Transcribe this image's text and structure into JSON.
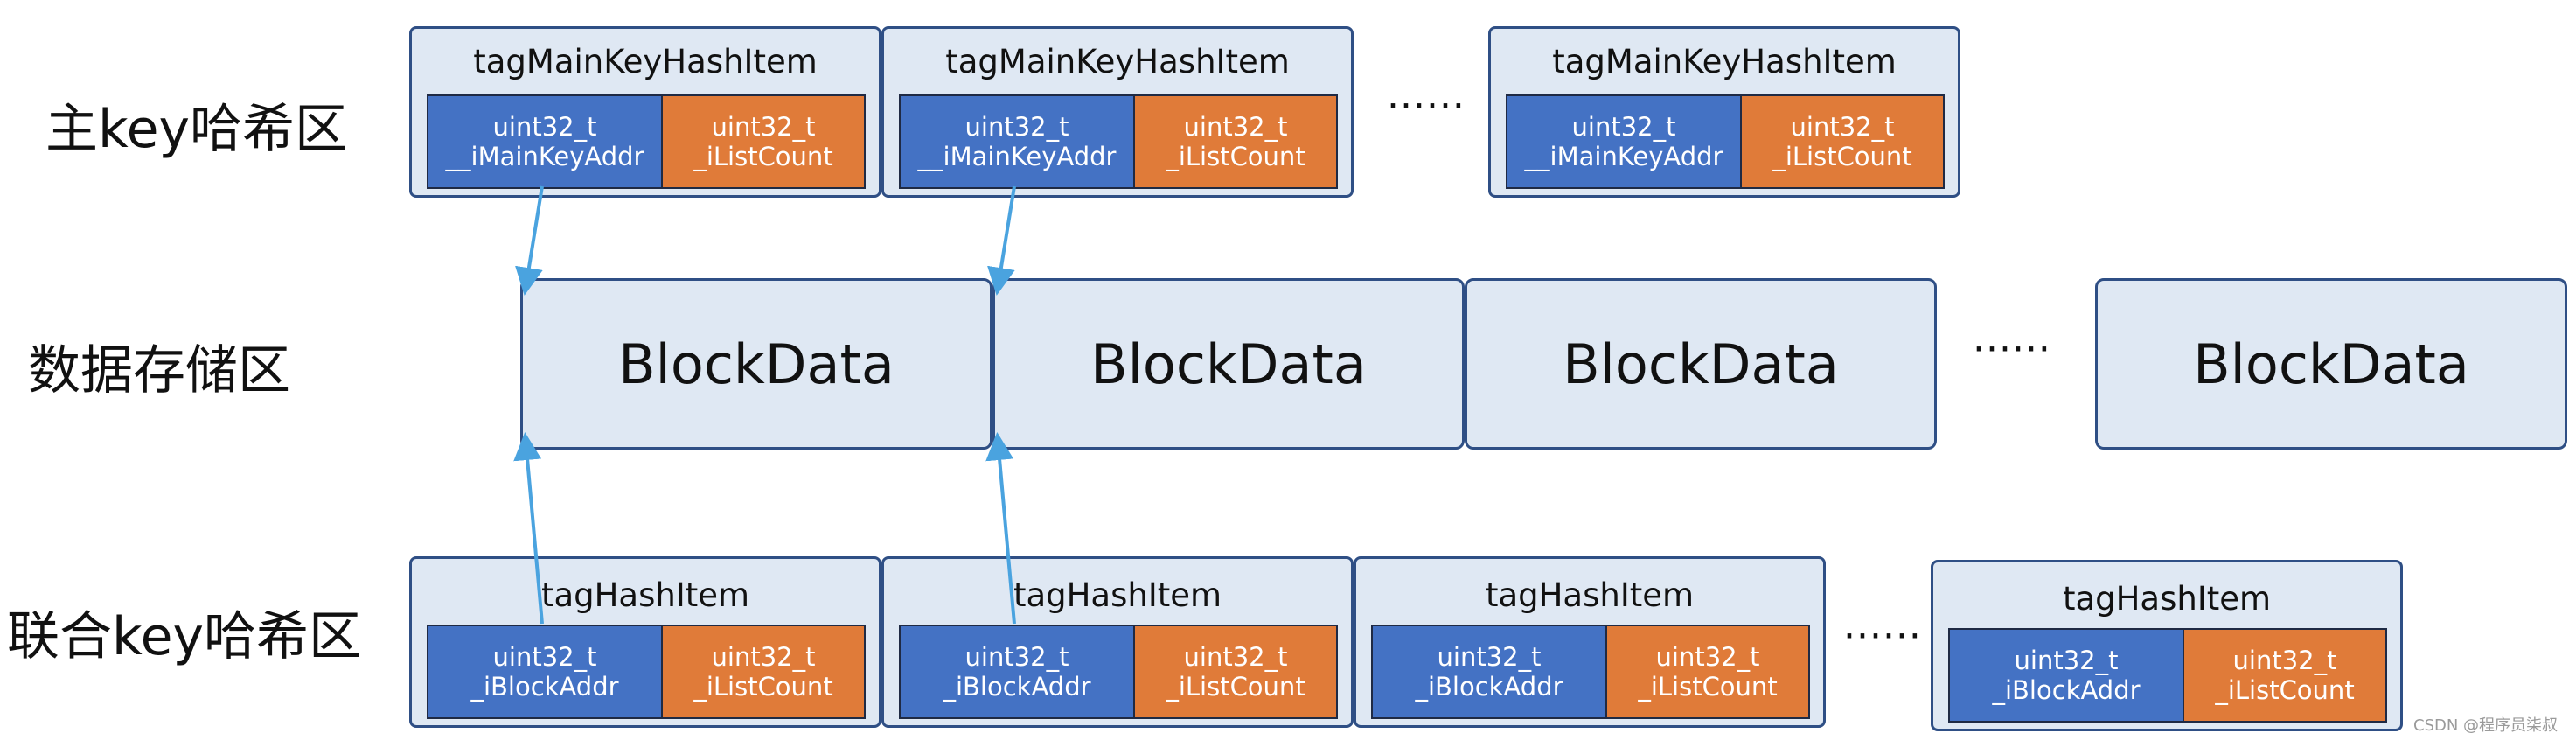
{
  "colors": {
    "container_fill": "#dfe8f3",
    "container_border": "#2f4f85",
    "field_blue": "#4472c4",
    "field_orange": "#e07b39",
    "arrow": "#4aa3df"
  },
  "sections": {
    "main_key": "主key哈希区",
    "data_store": "数据存储区",
    "union_key": "联合key哈希区"
  },
  "main_key_items": [
    {
      "title": "tagMainKeyHashItem",
      "f1_type": "uint32_t",
      "f1_name": "__iMainKeyAddr",
      "f2_type": "uint32_t",
      "f2_name": "_iListCount"
    },
    {
      "title": "tagMainKeyHashItem",
      "f1_type": "uint32_t",
      "f1_name": "__iMainKeyAddr",
      "f2_type": "uint32_t",
      "f2_name": "_iListCount"
    },
    {
      "title": "tagMainKeyHashItem",
      "f1_type": "uint32_t",
      "f1_name": "__iMainKeyAddr",
      "f2_type": "uint32_t",
      "f2_name": "_iListCount"
    }
  ],
  "blocks": [
    "BlockData",
    "BlockData",
    "BlockData",
    "BlockData"
  ],
  "union_items": [
    {
      "title": "tagHashItem",
      "f1_type": "uint32_t",
      "f1_name": "_iBlockAddr",
      "f2_type": "uint32_t",
      "f2_name": "_iListCount"
    },
    {
      "title": "tagHashItem",
      "f1_type": "uint32_t",
      "f1_name": "_iBlockAddr",
      "f2_type": "uint32_t",
      "f2_name": "_iListCount"
    },
    {
      "title": "tagHashItem",
      "f1_type": "uint32_t",
      "f1_name": "_iBlockAddr",
      "f2_type": "uint32_t",
      "f2_name": "_iListCount"
    },
    {
      "title": "tagHashItem",
      "f1_type": "uint32_t",
      "f1_name": "_iBlockAddr",
      "f2_type": "uint32_t",
      "f2_name": "_iListCount"
    }
  ],
  "ellipsis": "······",
  "watermark": "CSDN @程序员柒叔"
}
